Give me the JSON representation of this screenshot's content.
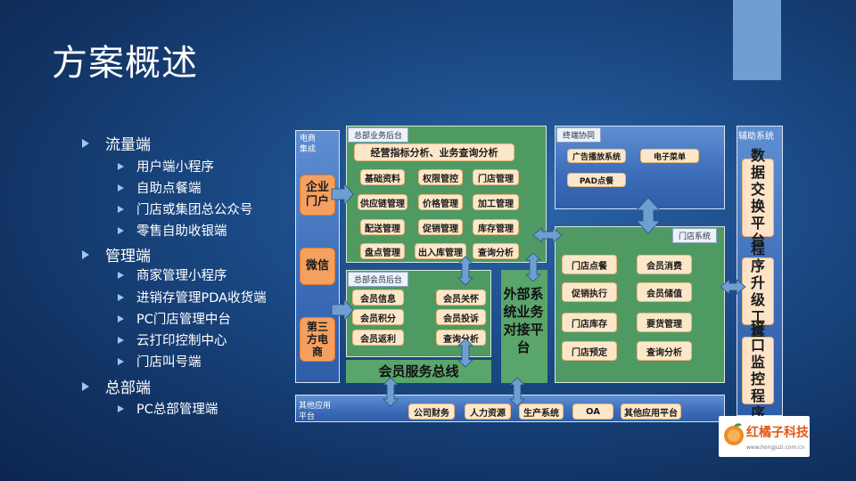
{
  "title": "方案概述",
  "bullets": [
    {
      "level": 1,
      "text": "流量端"
    },
    {
      "level": 2,
      "text": "用户端小程序"
    },
    {
      "level": 2,
      "text": "自助点餐端"
    },
    {
      "level": 2,
      "text": "门店或集团总公众号"
    },
    {
      "level": 2,
      "text": "零售自助收银端"
    },
    {
      "level": 1,
      "text": "管理端"
    },
    {
      "level": 2,
      "text": "商家管理小程序"
    },
    {
      "level": 2,
      "text": "进销存管理PDA收货端"
    },
    {
      "level": 2,
      "text": "PC门店管理中台"
    },
    {
      "level": 2,
      "text": "云打印控制中心"
    },
    {
      "level": 2,
      "text": "门店叫号端"
    },
    {
      "level": 1,
      "text": "总部端"
    },
    {
      "level": 2,
      "text": "PC总部管理端"
    }
  ],
  "diagram": {
    "ecommerce": {
      "label_line1": "电商",
      "label_line2": "集成",
      "items": [
        "企业门户",
        "微信",
        "第三方电商"
      ]
    },
    "hq_business": {
      "tag": "总部业务后台",
      "headline": "经营指标分析、业务查询分析",
      "items": [
        "基础资料",
        "权限管控",
        "门店管理",
        "供应链管理",
        "价格管理",
        "加工管理",
        "配送管理",
        "促销管理",
        "库存管理",
        "盘点管理",
        "出入库管理",
        "查询分析"
      ]
    },
    "hq_member": {
      "tag": "总部会员后台",
      "items": [
        "会员信息",
        "会员关怀",
        "会员积分",
        "会员投诉",
        "会员返利",
        "查询分析"
      ]
    },
    "member_bus": "会员服务总线",
    "external_platform": "外部系统业务对接平台",
    "terminal": {
      "tag": "终端协同",
      "items": [
        "广告播放系统",
        "电子菜单",
        "PAD点餐"
      ]
    },
    "store": {
      "tag": "门店系统",
      "items": [
        "门店点餐",
        "会员消费",
        "促销执行",
        "会员储值",
        "门店库存",
        "要货管理",
        "门店预定",
        "查询分析"
      ]
    },
    "aux": {
      "tag": "辅助系统",
      "items": [
        "数据交换平台",
        "程序升级工具",
        "接口监控程序"
      ]
    },
    "other_apps": {
      "label_line1": "其他应用",
      "label_line2": "平台",
      "items": [
        "公司财务",
        "人力资源",
        "生产系统",
        "OA",
        "其他应用平台"
      ]
    }
  },
  "logo": {
    "name": "红橘子科技",
    "url": "www.hongjuzi.com.cn"
  },
  "colors": {
    "accent_blue": "#3c6cb8",
    "green": "#4f9a63",
    "orange": "#f3a060",
    "cream": "#fde7c9",
    "arrow": "#6f9fd0"
  }
}
